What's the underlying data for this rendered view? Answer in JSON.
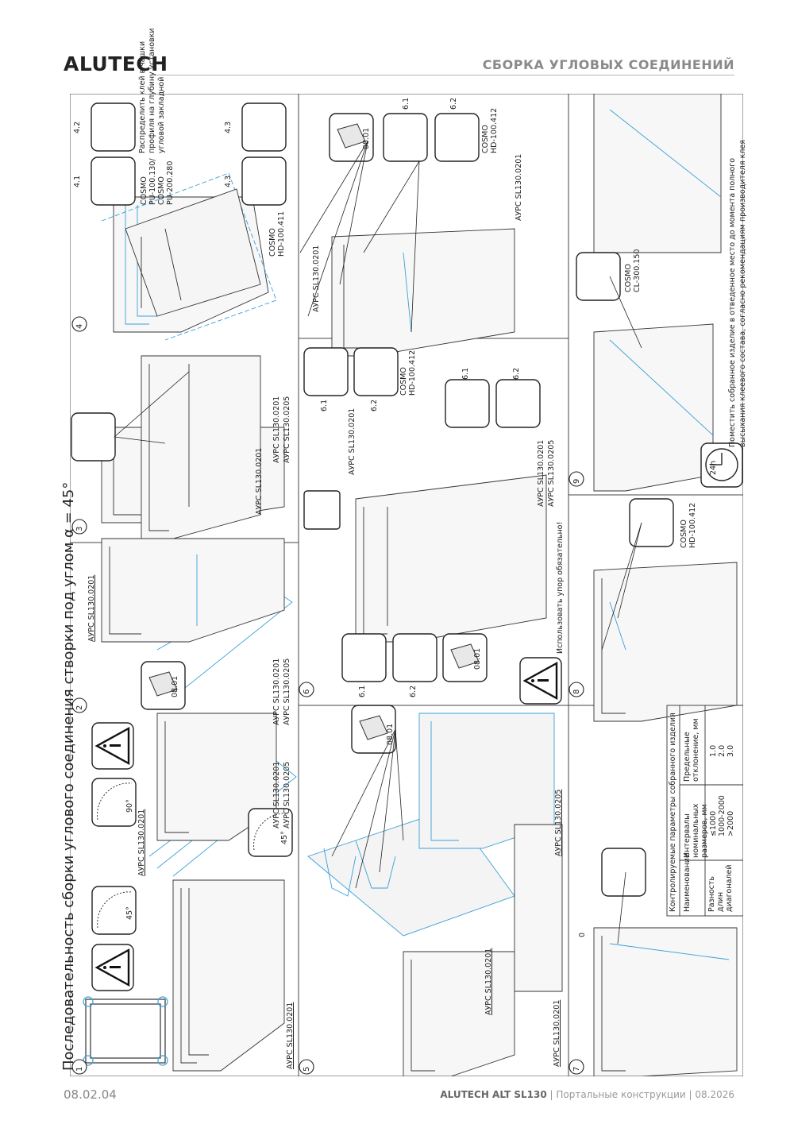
{
  "header": {
    "brand": "ALUTECH",
    "title": "СБОРКА УГЛОВЫХ СОЕДИНЕНИЙ"
  },
  "footer": {
    "page_code": "08.02.04",
    "product": "ALUTECH ALT SL130",
    "section": " | Портальные конструкции | 08.2026"
  },
  "main_title": "Последовательность сборки углового соединения створки под углом α = 45°",
  "steps": [
    "1",
    "2",
    "3",
    "4",
    "5",
    "6",
    "7",
    "8",
    "9"
  ],
  "profile_labels": {
    "p0201": "АУРС SL130.0201",
    "p0205": "АУРС SL130.0205"
  },
  "angles": {
    "a45": "45°",
    "a90": "90°"
  },
  "part_codes": {
    "plate": "08.01",
    "c41": "4.1",
    "c42": "4.2",
    "c43": "4.3",
    "c61": "6.1",
    "c62": "6.2",
    "c24h": "24h"
  },
  "glue": {
    "pu": "COSMO\nPU-100.130/\nCOSMO\nPU-200.280",
    "hd411": "COSMO\nHD-100.411",
    "hd412": "COSMO\nHD-100.412",
    "cl": "COSMO\nCL-300.150"
  },
  "notes": {
    "distribute": "Распределить клей в чашки профиля на глубину установки угловой закладной",
    "stop_required": "Использовать упор обязательно!",
    "place": "Поместить собранное изделие в отведенное место до момента полного высыхания клеевого состава, согласно рекомендациям производителя клея",
    "zero": "0"
  },
  "table": {
    "caption": "Контролируемые параметры собранного изделия",
    "headers": [
      "Наименование",
      "Интервалы номинальных размеров, мм",
      "Предельные отклонение, мм"
    ],
    "row_name": "Разность длин диагоналей",
    "ranges": [
      "≤1000",
      "1000-2000",
      ">2000"
    ],
    "deviations": [
      "1.0",
      "2.0",
      "3.0"
    ]
  },
  "colors": {
    "accent_blue": "#3aa0d8",
    "line": "#2a2a2a",
    "header_grey": "#8a8a8a"
  }
}
